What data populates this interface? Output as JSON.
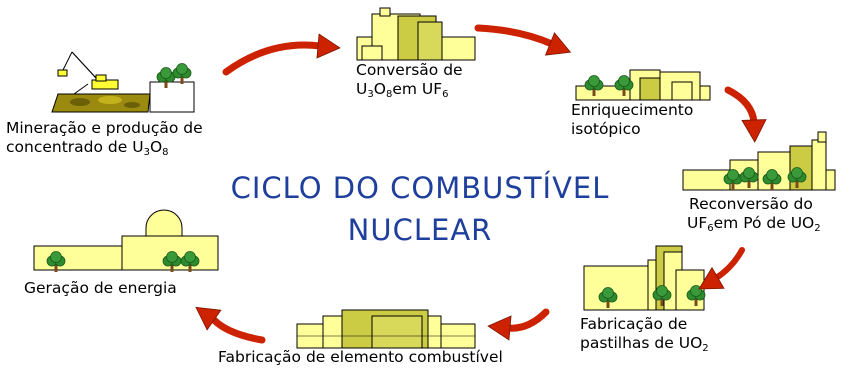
{
  "title": {
    "line1": "CICLO DO COMBUSTÍVEL",
    "line2": "NUCLEAR"
  },
  "colors": {
    "title": "#1f3f9c",
    "building": "#ffff99",
    "building_dark": "#cccc44",
    "tree_crown": "#2e8b2e",
    "tree_trunk": "#7a4a1a",
    "arrow": "#cc2200",
    "ore": "#9a8a10"
  },
  "stages": {
    "mineracao": {
      "line1": "Mineração e produção de",
      "line2_pre": "concentrado de U",
      "sub1": "3",
      "mid": "O",
      "sub2": "8"
    },
    "conversao": {
      "line1": "Conversão de",
      "u": "U",
      "sub1": "3",
      "o": "O",
      "sub2": "8",
      "rest": "em UF",
      "sub3": "6"
    },
    "enriquecimento": {
      "line1": "Enriquecimento",
      "line2": "isotópico"
    },
    "reconversao": {
      "line1": "Reconversão do",
      "uf": "UF",
      "sub1": "6",
      "rest": "em Pó de UO",
      "sub2": "2"
    },
    "pastilhas": {
      "line1": "Fabricação de",
      "pre": "pastilhas de UO",
      "sub1": "2"
    },
    "elemento": {
      "line1": "Fabricação de elemento combustível"
    },
    "geracao": {
      "line1": "Geração de energia"
    }
  }
}
